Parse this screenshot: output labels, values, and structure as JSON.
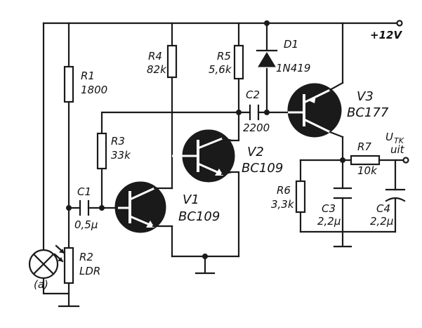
{
  "supply_label": "+12V",
  "output_label": {
    "main": "U",
    "sub": "TK",
    "second": "uit"
  },
  "resistors": {
    "r1": {
      "name": "R1",
      "value": "1800"
    },
    "r2": {
      "name": "R2",
      "value": "LDR"
    },
    "r3": {
      "name": "R3",
      "value": "33k"
    },
    "r4": {
      "name": "R4",
      "value": "82k"
    },
    "r5": {
      "name": "R5",
      "value": "5,6k"
    },
    "r6": {
      "name": "R6",
      "value": "3,3k"
    },
    "r7": {
      "name": "R7",
      "value": "10k"
    }
  },
  "capacitors": {
    "c1": {
      "name": "C1",
      "value": "0,5µ"
    },
    "c2": {
      "name": "C2",
      "value": "2200"
    },
    "c3": {
      "name": "C3",
      "value": "2,2µ"
    },
    "c4": {
      "name": "C4",
      "value": "2,2µ"
    }
  },
  "diode": {
    "name": "D1",
    "value": "1N419"
  },
  "transistors": {
    "v1": {
      "name": "V1",
      "type": "BC109"
    },
    "v2": {
      "name": "V2",
      "type": "BC109"
    },
    "v3": {
      "name": "V3",
      "type": "BC177"
    }
  },
  "lamp": {
    "name": "(a)"
  }
}
